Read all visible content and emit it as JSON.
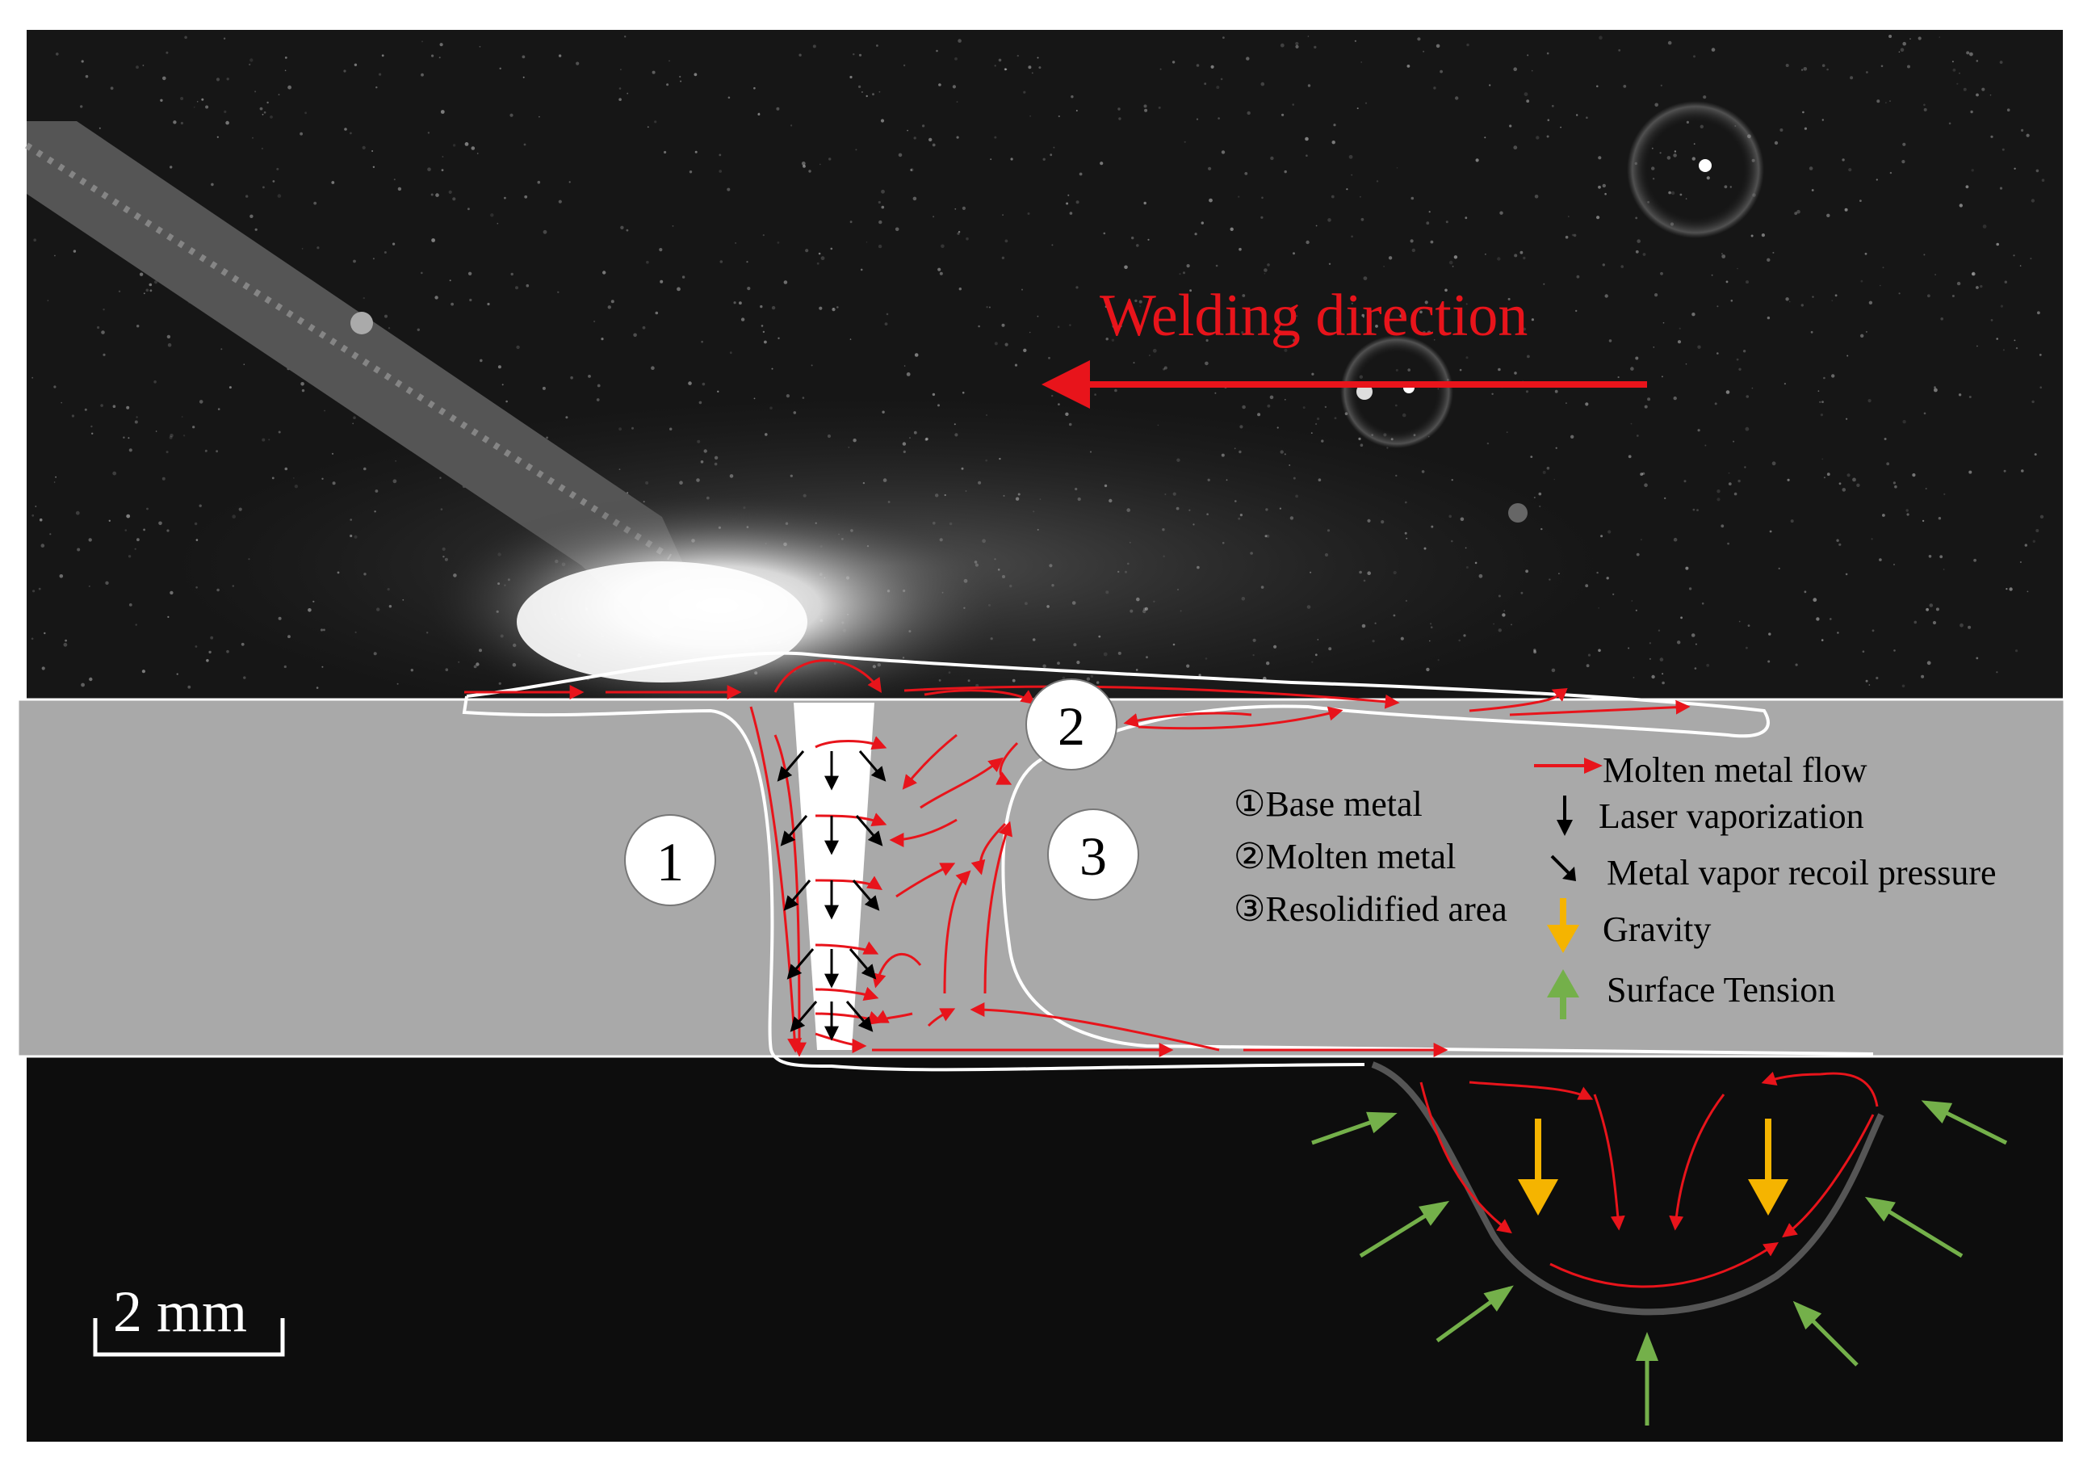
{
  "colors": {
    "flow": "#e8141b",
    "vapor": "#000000",
    "gravity": "#f5b400",
    "tension": "#74b04a",
    "plate": "#a9a9a9",
    "outline": "#ffffff",
    "background": "#0d0d0d",
    "direction": "#e8141b"
  },
  "direction_label": "Welding direction",
  "scale_bar": {
    "label": "2 mm"
  },
  "region_markers": [
    {
      "id": "base",
      "number": "1"
    },
    {
      "id": "molten",
      "number": "2"
    },
    {
      "id": "resolidified",
      "number": "3"
    }
  ],
  "region_legend": [
    {
      "symbol": "①",
      "label": "Base metal"
    },
    {
      "symbol": "②",
      "label": "Molten metal"
    },
    {
      "symbol": "③",
      "label": "Resolidified area"
    }
  ],
  "force_legend": [
    {
      "key": "flow",
      "label": "Molten metal flow",
      "icon": "red-arrow-icon"
    },
    {
      "key": "vapor",
      "label": "Laser vaporization",
      "icon": "down-arrow-icon"
    },
    {
      "key": "recoil",
      "label": "Metal vapor recoil  pressure",
      "icon": "diagonal-arrow-icon"
    },
    {
      "key": "gravity",
      "label": "Gravity",
      "icon": "yellow-down-arrow-icon"
    },
    {
      "key": "tension",
      "label": "Surface Tension",
      "icon": "green-up-arrow-icon"
    }
  ]
}
